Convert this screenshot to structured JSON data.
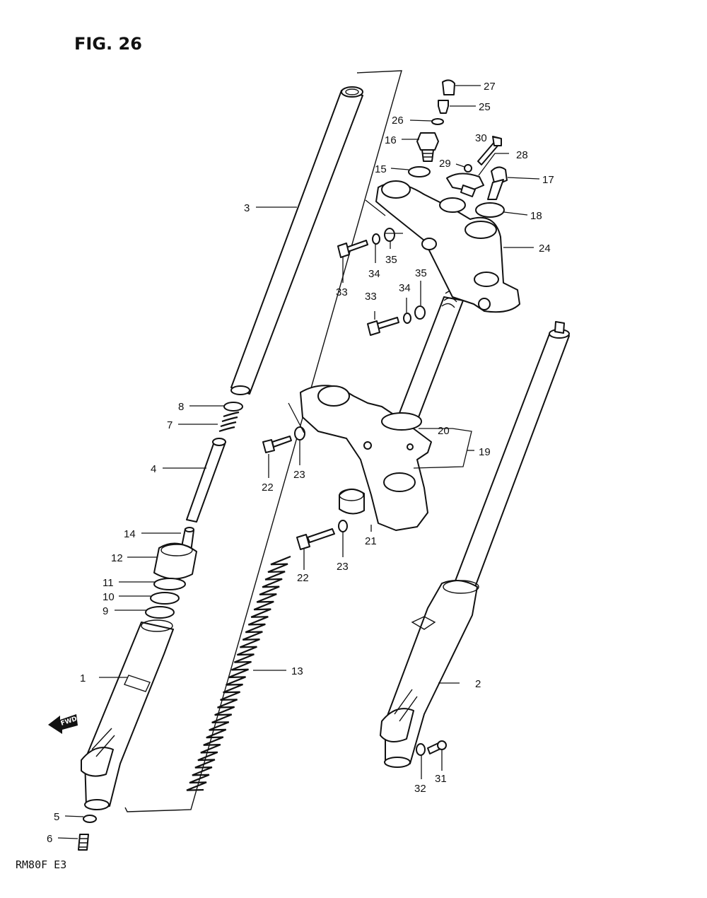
{
  "figure": {
    "title": "FIG. 26",
    "model_code": "RM80F  E3",
    "fwd_label": "FWD"
  },
  "callouts": [
    {
      "id": "c1",
      "label": "1"
    },
    {
      "id": "c2",
      "label": "2"
    },
    {
      "id": "c3",
      "label": "3"
    },
    {
      "id": "c4",
      "label": "4"
    },
    {
      "id": "c5",
      "label": "5"
    },
    {
      "id": "c6",
      "label": "6"
    },
    {
      "id": "c7",
      "label": "7"
    },
    {
      "id": "c8",
      "label": "8"
    },
    {
      "id": "c9",
      "label": "9"
    },
    {
      "id": "c10",
      "label": "10"
    },
    {
      "id": "c11",
      "label": "11"
    },
    {
      "id": "c12",
      "label": "12"
    },
    {
      "id": "c13",
      "label": "13"
    },
    {
      "id": "c14",
      "label": "14"
    },
    {
      "id": "c15",
      "label": "15"
    },
    {
      "id": "c16",
      "label": "16"
    },
    {
      "id": "c17",
      "label": "17"
    },
    {
      "id": "c18",
      "label": "18"
    },
    {
      "id": "c19",
      "label": "19"
    },
    {
      "id": "c20",
      "label": "20"
    },
    {
      "id": "c21",
      "label": "21"
    },
    {
      "id": "c22a",
      "label": "22"
    },
    {
      "id": "c22b",
      "label": "22"
    },
    {
      "id": "c23a",
      "label": "23"
    },
    {
      "id": "c23b",
      "label": "23"
    },
    {
      "id": "c24",
      "label": "24"
    },
    {
      "id": "c25",
      "label": "25"
    },
    {
      "id": "c26",
      "label": "26"
    },
    {
      "id": "c27",
      "label": "27"
    },
    {
      "id": "c28",
      "label": "28"
    },
    {
      "id": "c29",
      "label": "29"
    },
    {
      "id": "c30",
      "label": "30"
    },
    {
      "id": "c31",
      "label": "31"
    },
    {
      "id": "c32",
      "label": "32"
    },
    {
      "id": "c33a",
      "label": "33"
    },
    {
      "id": "c33b",
      "label": "33"
    },
    {
      "id": "c34a",
      "label": "34"
    },
    {
      "id": "c34b",
      "label": "34"
    },
    {
      "id": "c35a",
      "label": "35"
    },
    {
      "id": "c35b",
      "label": "35"
    }
  ]
}
